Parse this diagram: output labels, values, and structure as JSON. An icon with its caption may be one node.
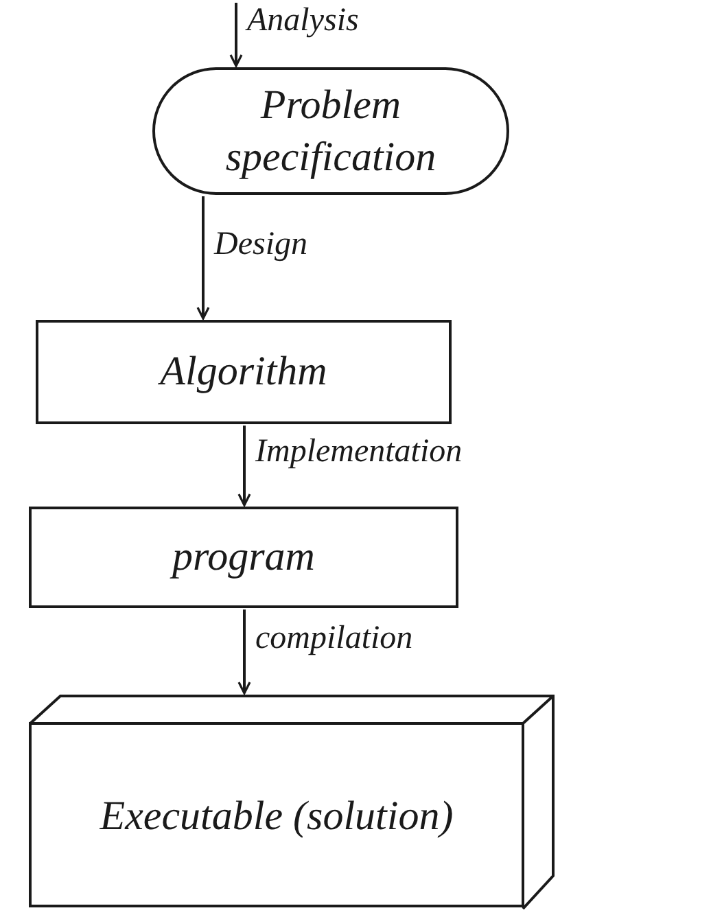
{
  "diagram": {
    "nodes": [
      {
        "text": [
          "Problem specification"
        ]
      },
      {
        "text": [
          "Algorithm"
        ]
      },
      {
        "text": [
          "program"
        ]
      },
      {
        "text": [
          "Executable (solution)"
        ]
      }
    ],
    "edges": [
      {
        "from": null,
        "to": 0,
        "arrow": "to",
        "label": "Analysis"
      },
      {
        "from": 0,
        "to": 1,
        "arrow": "to",
        "label": "Design"
      },
      {
        "from": 1,
        "to": 2,
        "arrow": "to",
        "label": "Implementation"
      },
      {
        "from": 2,
        "to": 3,
        "arrow": "to",
        "label": "compilation"
      }
    ]
  }
}
